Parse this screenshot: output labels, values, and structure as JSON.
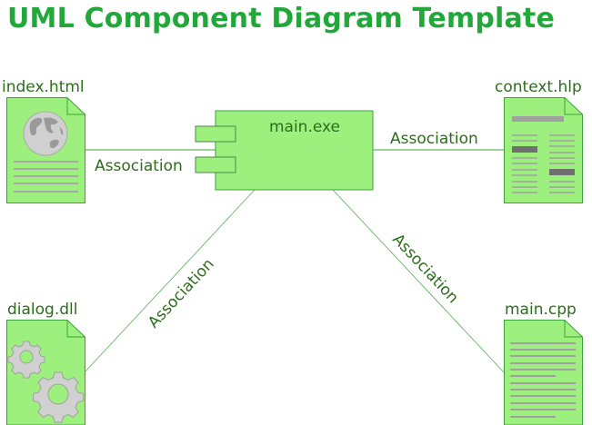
{
  "title": "UML Component Diagram Template",
  "colors": {
    "title": "#22a83a",
    "label": "#2b6e1a",
    "fill": "#9ef07e",
    "stroke": "#3aa33a",
    "line": "#4caf50",
    "glyph": "#c8c8c8"
  },
  "component": {
    "name": "main.exe",
    "ports": 2
  },
  "documents": [
    {
      "id": "index",
      "name": "index.html",
      "icon": "globe-icon"
    },
    {
      "id": "context",
      "name": "context.hlp",
      "icon": "text-columns-icon"
    },
    {
      "id": "dialog",
      "name": "dialog.dll",
      "icon": "gears-icon"
    },
    {
      "id": "maincpp",
      "name": "main.cpp",
      "icon": "text-lines-icon"
    }
  ],
  "associations": [
    {
      "from": "index.html",
      "to": "main.exe",
      "label": "Association"
    },
    {
      "from": "main.exe",
      "to": "context.hlp",
      "label": "Association"
    },
    {
      "from": "main.exe",
      "to": "dialog.dll",
      "label": "Association"
    },
    {
      "from": "main.exe",
      "to": "main.cpp",
      "label": "Association"
    }
  ]
}
